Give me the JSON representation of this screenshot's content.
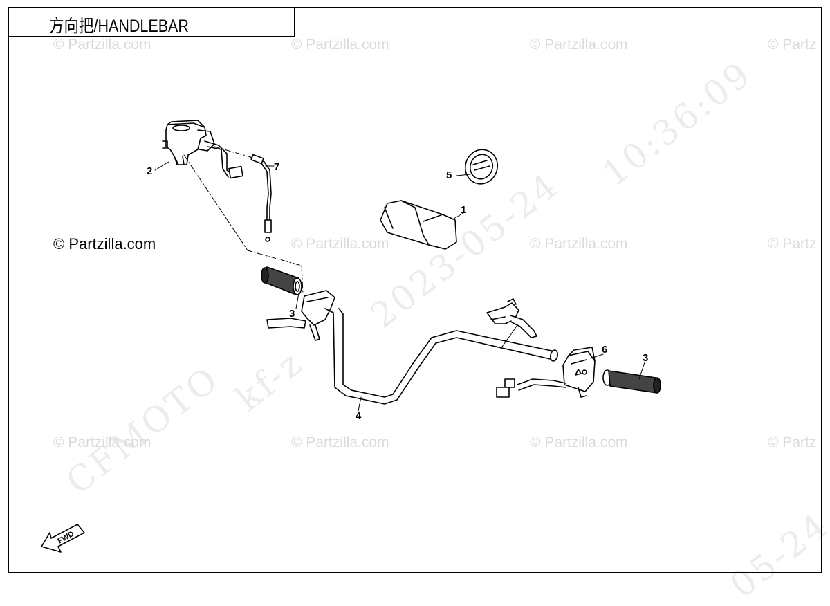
{
  "header": {
    "title": "方向把/HANDLEBAR"
  },
  "copyright": "© Partzilla.com",
  "watermarks": {
    "site": "© Partzilla.com",
    "site_cut": "© Partz",
    "brand": "CFMOTO",
    "code": "kf-z",
    "date": "2023-05-24",
    "time": "10:36:09",
    "date_cut": "05-24"
  },
  "fwd_label": "FWD",
  "callouts": [
    {
      "id": "1",
      "part": "cover"
    },
    {
      "id": "2",
      "part": "brake-master-cylinder"
    },
    {
      "id": "3",
      "part": "grip-left"
    },
    {
      "id": "3",
      "part": "grip-right"
    },
    {
      "id": "4",
      "part": "handlebar"
    },
    {
      "id": "5",
      "part": "plug"
    },
    {
      "id": "6",
      "part": "switch-assembly"
    },
    {
      "id": "7",
      "part": "cable"
    }
  ],
  "colors": {
    "line": "#000000",
    "watermark": "#dadada",
    "background": "#ffffff"
  }
}
